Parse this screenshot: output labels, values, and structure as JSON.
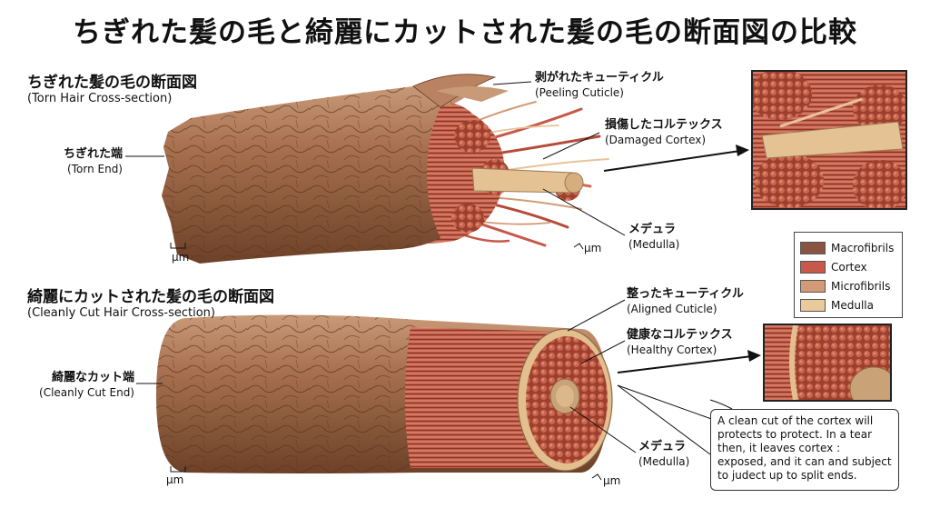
{
  "title": "ちぎれた髪の毛と綺麗にカットされた髪の毛の断面図の比較",
  "torn": {
    "heading_jp": "ちぎれた髪の毛の断面図",
    "heading_en": "(Torn Hair Cross-section)",
    "end_jp": "ちぎれた端",
    "end_en": "(Torn End)",
    "cuticle_jp": "剥がれたキューティクル",
    "cuticle_en": "(Peeling Cuticle)",
    "cortex_jp": "損傷したコルテックス",
    "cortex_en": "(Damaged Cortex)",
    "medulla_jp": "メデュラ",
    "medulla_en": "(Medulla)",
    "scale_left": "μm",
    "scale_right": "μm"
  },
  "clean": {
    "heading_jp": "綺麗にカットされた髪の毛の断面図",
    "heading_en": "(Cleanly Cut Hair Cross-section)",
    "end_jp": "綺麗なカット端",
    "end_en": "(Cleanly Cut End)",
    "cuticle_jp": "整ったキューティクル",
    "cuticle_en": "(Aligned Cuticle)",
    "cortex_jp": "健康なコルテックス",
    "cortex_en": "(Healthy Cortex)",
    "medulla_jp": "メデュラ",
    "medulla_en": "(Medulla)",
    "scale_left": "μm",
    "scale_right": "μm"
  },
  "legend": [
    {
      "label": "Macrofibrils",
      "color": "#8b5341"
    },
    {
      "label": "Cortex",
      "color": "#c7584a"
    },
    {
      "label": "Microfibrils",
      "color": "#d39a76"
    },
    {
      "label": "Medulla",
      "color": "#eac99a"
    }
  ],
  "note": "A clean cut of the cortex will protects to protect. In a tear then, it leaves cortex : exposed, and it can and subject to judect up to split ends."
}
